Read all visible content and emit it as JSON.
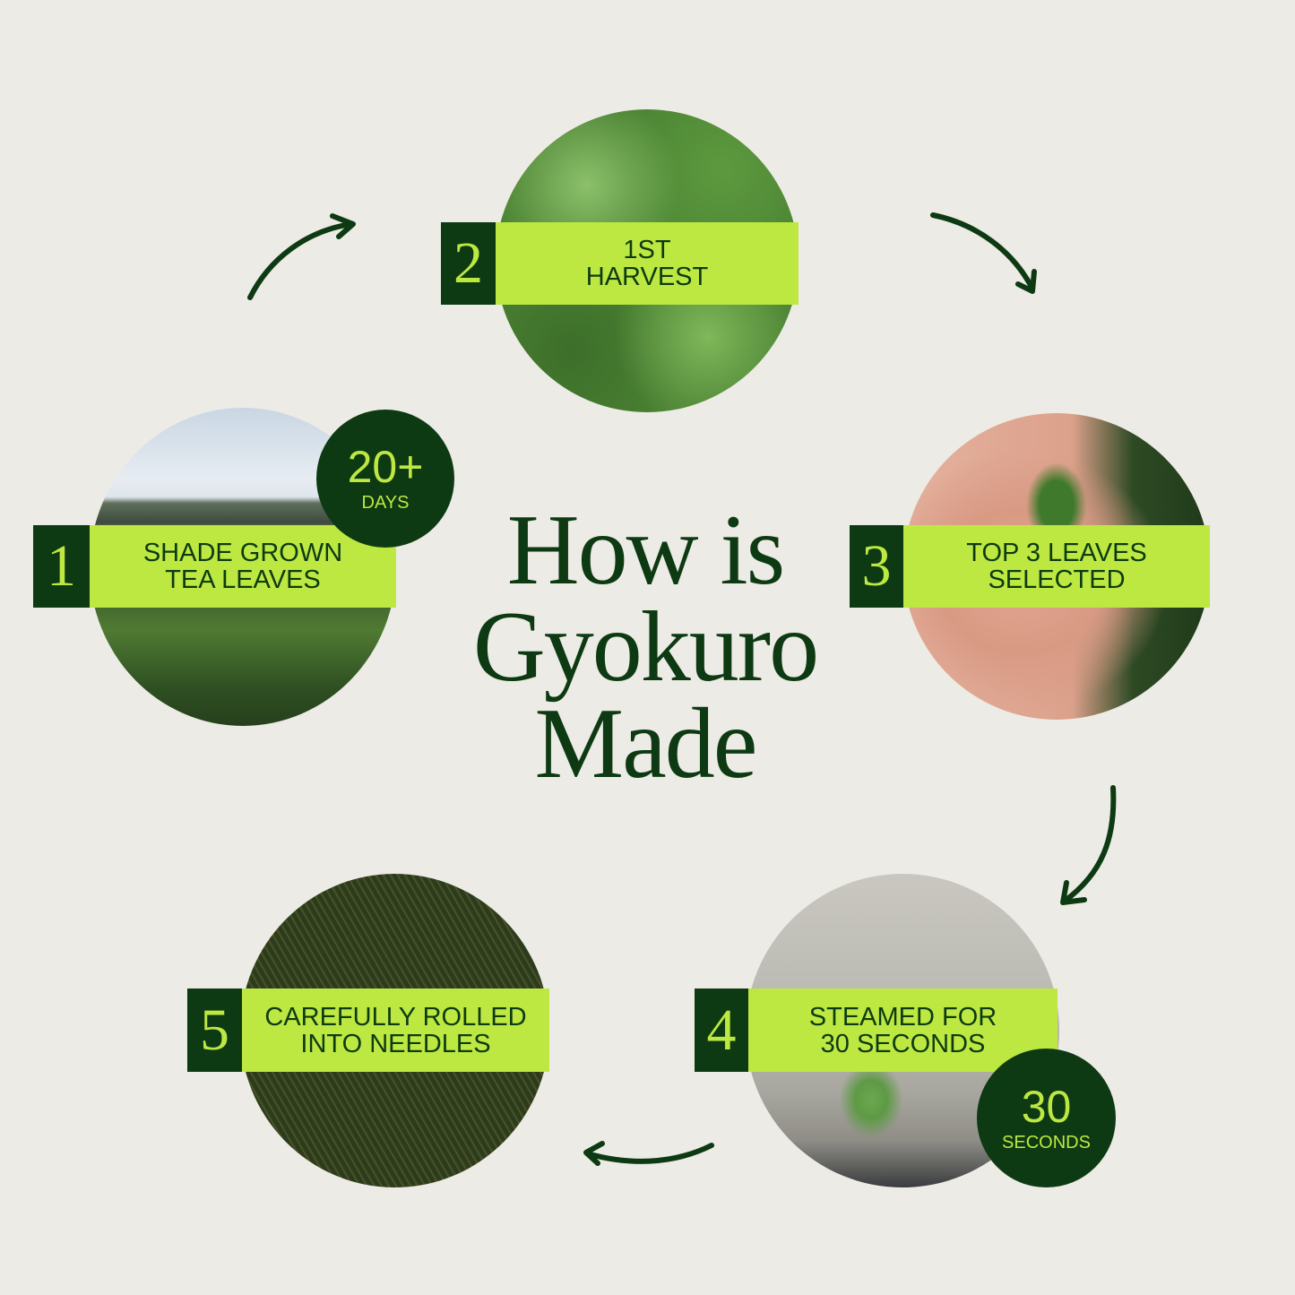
{
  "title": {
    "line1": "How is",
    "line2": "Gyokuro",
    "line3": "Made"
  },
  "colors": {
    "background": "#edebe5",
    "dark_green": "#0d3a12",
    "lime": "#bde842"
  },
  "steps": [
    {
      "number": "1",
      "line1": "SHADE GROWN",
      "line2": "TEA LEAVES",
      "image": "shaded tea field photo",
      "badge": {
        "value": "20+",
        "unit": "DAYS"
      }
    },
    {
      "number": "2",
      "line1": "1ST",
      "line2": "HARVEST",
      "image": "harvested tea leaves photo"
    },
    {
      "number": "3",
      "line1": "TOP 3 LEAVES",
      "line2": "SELECTED",
      "image": "hand holding tea shoot photo"
    },
    {
      "number": "4",
      "line1": "STEAMED FOR",
      "line2": "30 SECONDS",
      "image": "steaming tea leaves photo",
      "badge": {
        "value": "30",
        "unit": "SECONDS"
      }
    },
    {
      "number": "5",
      "line1": "CAREFULLY ROLLED",
      "line2": "INTO NEEDLES",
      "image": "rolled gyokuro needles photo"
    }
  ],
  "arrows": [
    "arrow-1-to-2",
    "arrow-2-to-3",
    "arrow-3-to-4",
    "arrow-4-to-5"
  ]
}
